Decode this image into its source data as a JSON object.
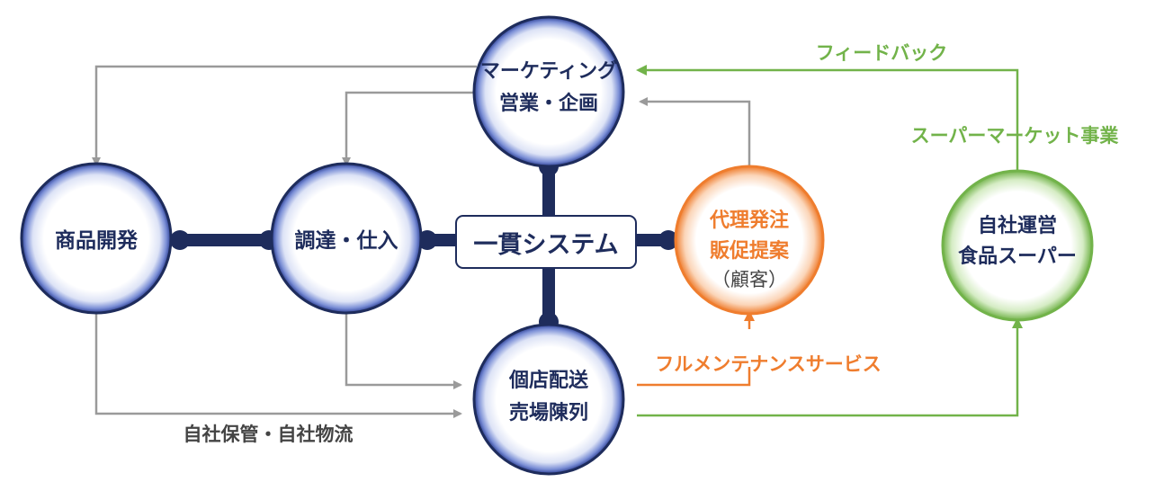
{
  "nodes": {
    "marketing": {
      "line1": "マーケティング",
      "line2": "営業・企画"
    },
    "product_dev": {
      "line1": "商品開発"
    },
    "procurement": {
      "line1": "調達・仕入"
    },
    "integrated_system": {
      "label": "一貫システム"
    },
    "agency": {
      "line1": "代理発注",
      "line2": "販促提案",
      "line3": "（顧客）"
    },
    "delivery": {
      "line1": "個店配送",
      "line2": "売場陳列"
    },
    "supermarket": {
      "line1": "自社運営",
      "line2": "食品スーパー"
    }
  },
  "labels": {
    "feedback": "フィードバック",
    "supermarket_business": "スーパーマーケット事業",
    "full_maintenance": "フルメンテナンスサービス",
    "logistics": "自社保管・自社物流"
  },
  "colors": {
    "navy": "#1e2c5c",
    "blue_edge": "#2b3e93",
    "orange": "#ef7d2e",
    "green": "#72b34a",
    "gray": "#9a9a9a"
  }
}
